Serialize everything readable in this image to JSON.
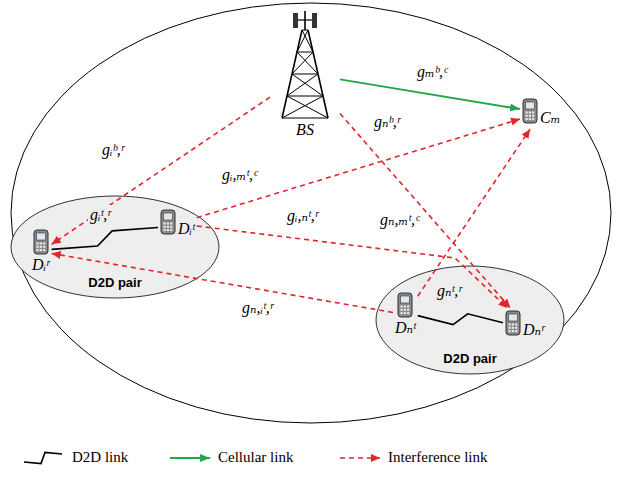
{
  "diagram": {
    "nodes": [
      {
        "text": [
          "BS"
        ]
      },
      {
        "text": [
          "Cₘ"
        ]
      },
      {
        "text": [
          "D2D pair"
        ]
      },
      {
        "text": [
          "Dᵢʳ"
        ],
        "in": 2
      },
      {
        "text": [
          "Dᵢᵗ"
        ],
        "in": 2
      },
      {
        "text": [
          "D2D pair"
        ]
      },
      {
        "text": [
          "Dₙᵗ"
        ],
        "in": 5
      },
      {
        "text": [
          "Dₙʳ"
        ],
        "in": 5
      }
    ],
    "edges": [
      {
        "from": 0,
        "to": 1,
        "arrow": "to",
        "label": "gₘᵇ,ᶜ"
      },
      {
        "from": 0,
        "to": 3,
        "arrow": "to",
        "label": "gᵢᵇ,ʳ"
      },
      {
        "from": 0,
        "to": 7,
        "arrow": "to",
        "label": "gₙᵇ,ʳ"
      },
      {
        "from": 4,
        "to": 3,
        "arrow": "none",
        "label": "gᵢᵗ,ʳ"
      },
      {
        "from": 4,
        "to": 1,
        "arrow": "to",
        "label": "gᵢ,ₘᵗ,ᶜ"
      },
      {
        "from": 4,
        "to": 7,
        "arrow": "to",
        "label": "gᵢ,ₙᵗ,ʳ"
      },
      {
        "from": 6,
        "to": 7,
        "arrow": "none",
        "label": "gₙᵗ,ʳ"
      },
      {
        "from": 6,
        "to": 1,
        "arrow": "to",
        "label": "gₙ,ₘᵗ,ᶜ"
      },
      {
        "from": 6,
        "to": 3,
        "arrow": "to",
        "label": "gₙ,ᵢᵗ,ʳ"
      }
    ],
    "legend": [
      {
        "text": "D2D link"
      },
      {
        "text": "Cellular link"
      },
      {
        "text": "Interference link"
      }
    ]
  }
}
